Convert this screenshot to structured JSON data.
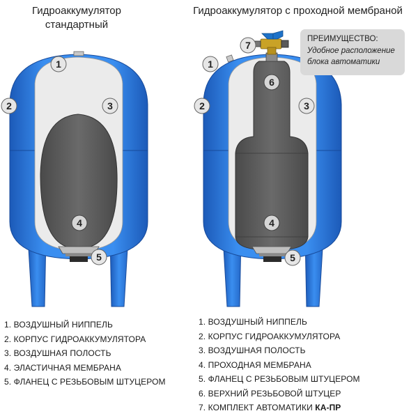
{
  "titles": {
    "left_line1": "Гидроаккумулятор",
    "left_line2": "стандартный",
    "right": "Гидроаккумулятор с проходной мембраной"
  },
  "callout": {
    "heading": "ПРЕИМУЩЕСТВО:",
    "text_line1": "Удобное расположение",
    "text_line2": "блока автоматики"
  },
  "markers": {
    "left": [
      "1",
      "2",
      "3",
      "4",
      "5"
    ],
    "right": [
      "1",
      "2",
      "3",
      "4",
      "5",
      "6",
      "7"
    ]
  },
  "legend_left": [
    "1. ВОЗДУШНЫЙ НИППЕЛЬ",
    "2. КОРПУС ГИДРОАККУМУЛЯТОРА",
    "3. ВОЗДУШНАЯ ПОЛОСТЬ",
    "4. ЭЛАСТИЧНАЯ МЕМБРАНА",
    "5. ФЛАНЕЦ С РЕЗЬБОВЫМ ШТУЦЕРОМ"
  ],
  "legend_right": [
    "1. ВОЗДУШНЫЙ НИППЕЛЬ",
    "2. КОРПУС ГИДРОАККУМУЛЯТОРА",
    "3. ВОЗДУШНАЯ ПОЛОСТЬ",
    "4. ПРОХОДНАЯ МЕМБРАНА",
    "5. ФЛАНЕЦ С РЕЗЬБОВЫМ ШТУЦЕРОМ",
    "6. ВЕРХНИЙ РЕЗЬБОВОЙ ШТУЦЕР"
  ],
  "legend_right_last": {
    "prefix": "7. КОМПЛЕКТ АВТОМАТИКИ ",
    "bold": "КА-ПР"
  },
  "colors": {
    "tank_blue": "#2f7ee0",
    "tank_blue_dark": "#1c5ab8",
    "inner_gray": "#ebebeb",
    "membrane": "#5a5a5a",
    "valve_blue": "#1e72c8",
    "valve_brass": "#c9a227",
    "callout_bg": "#d9d9d9"
  }
}
